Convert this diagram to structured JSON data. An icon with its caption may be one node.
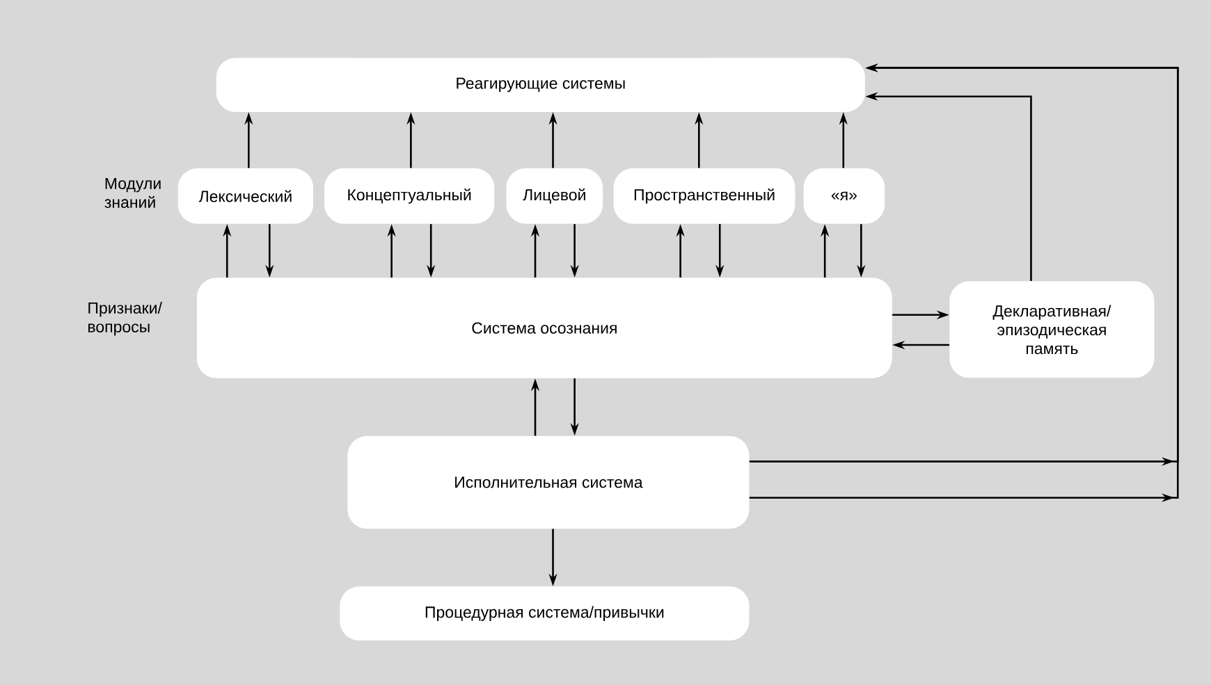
{
  "diagram": {
    "nodes": [
      {
        "text": [
          "Реагирующие системы"
        ]
      },
      {
        "text": [
          "Лексический"
        ]
      },
      {
        "text": [
          "Концептуальный"
        ]
      },
      {
        "text": [
          "Лицевой"
        ]
      },
      {
        "text": [
          "Пространственный"
        ]
      },
      {
        "text": [
          "«я»"
        ]
      },
      {
        "text": [
          "Система осознания"
        ]
      },
      {
        "text": [
          "Декларативная/ эпизодическая память"
        ]
      },
      {
        "text": [
          "Исполнительная система"
        ]
      },
      {
        "text": [
          "Процедурная система/привычки"
        ]
      }
    ],
    "edges": [
      {
        "from": 1,
        "to": 0,
        "arrow": "to"
      },
      {
        "from": 2,
        "to": 0,
        "arrow": "to"
      },
      {
        "from": 3,
        "to": 0,
        "arrow": "to"
      },
      {
        "from": 4,
        "to": 0,
        "arrow": "to"
      },
      {
        "from": 5,
        "to": 0,
        "arrow": "to"
      },
      {
        "from": 6,
        "to": 1,
        "arrow": "to"
      },
      {
        "from": 1,
        "to": 6,
        "arrow": "to"
      },
      {
        "from": 6,
        "to": 2,
        "arrow": "to"
      },
      {
        "from": 2,
        "to": 6,
        "arrow": "to"
      },
      {
        "from": 6,
        "to": 3,
        "arrow": "to"
      },
      {
        "from": 3,
        "to": 6,
        "arrow": "to"
      },
      {
        "from": 6,
        "to": 4,
        "arrow": "to"
      },
      {
        "from": 4,
        "to": 6,
        "arrow": "to"
      },
      {
        "from": 6,
        "to": 5,
        "arrow": "to"
      },
      {
        "from": 5,
        "to": 6,
        "arrow": "to"
      },
      {
        "from": 6,
        "to": 7,
        "arrow": "to"
      },
      {
        "from": 7,
        "to": 6,
        "arrow": "to"
      },
      {
        "from": 7,
        "to": 0,
        "arrow": "to"
      },
      {
        "from": 8,
        "to": 6,
        "arrow": "to"
      },
      {
        "from": 6,
        "to": 8,
        "arrow": "to"
      },
      {
        "from": 8,
        "to": 0,
        "arrow": "to"
      },
      {
        "from": 8,
        "to": 0,
        "arrow": "to"
      },
      {
        "from": 8,
        "to": 9,
        "arrow": "to"
      }
    ],
    "labels": [
      "Модули знаний",
      "Признаки/ вопросы"
    ]
  }
}
